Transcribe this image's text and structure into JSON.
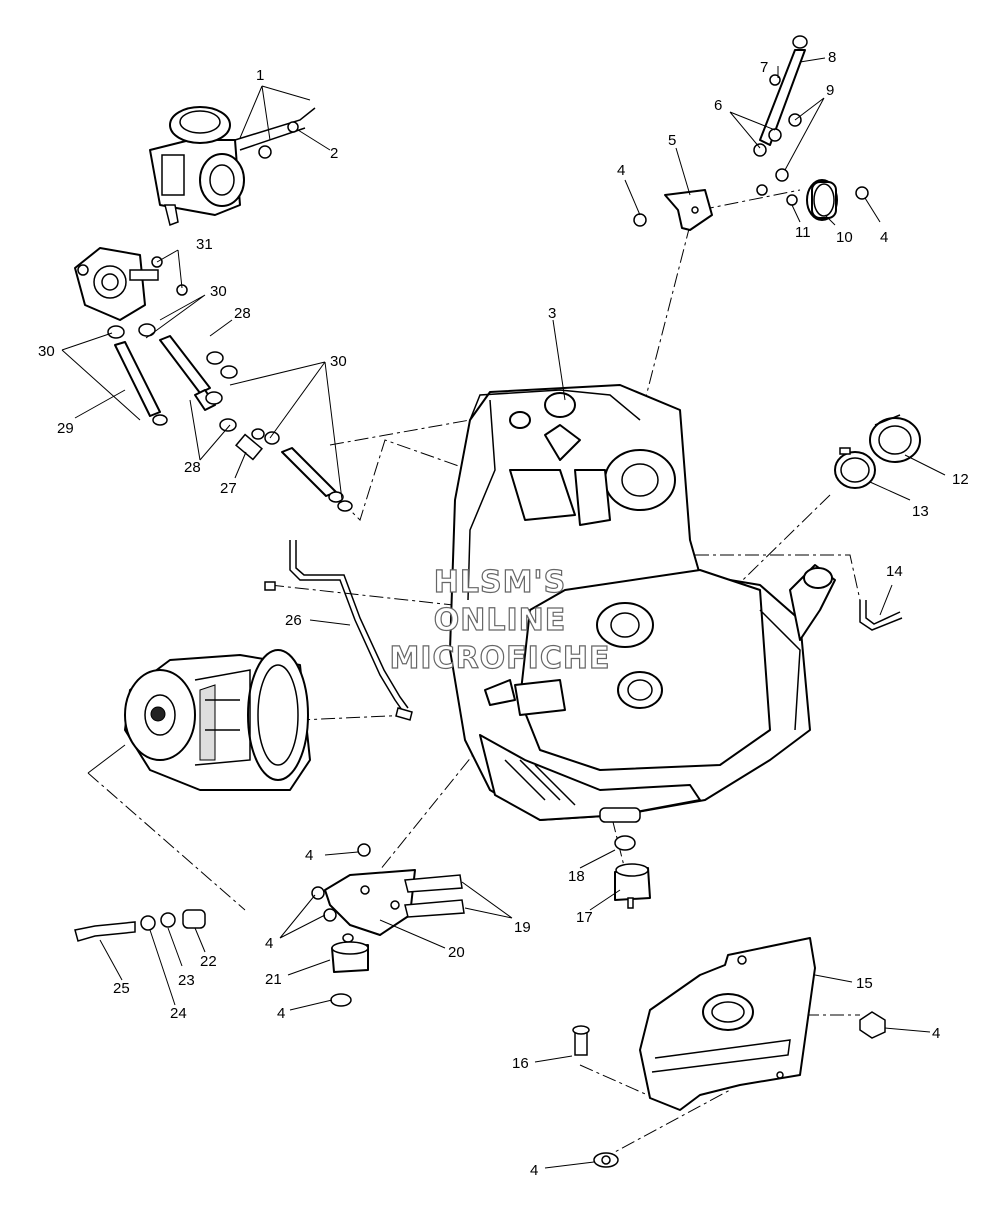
{
  "watermark": {
    "line1": "HLSM'S",
    "line2": "ONLINE",
    "line3": "MICROFICHE"
  },
  "callouts": {
    "c1": "1",
    "c2": "2",
    "c3": "3",
    "c4a": "4",
    "c4b": "4",
    "c4c": "4",
    "c4d": "4",
    "c4e": "4",
    "c4f": "4",
    "c4g": "4",
    "c5": "5",
    "c6": "6",
    "c7": "7",
    "c8": "8",
    "c9": "9",
    "c10": "10",
    "c11": "11",
    "c12": "12",
    "c13": "13",
    "c14": "14",
    "c15": "15",
    "c16": "16",
    "c17": "17",
    "c18": "18",
    "c19": "19",
    "c20": "20",
    "c21": "21",
    "c22": "22",
    "c23": "23",
    "c24": "24",
    "c25": "25",
    "c26": "26",
    "c27": "27",
    "c28a": "28",
    "c28b": "28",
    "c29": "29",
    "c30a": "30",
    "c30b": "30",
    "c30c": "30",
    "c31": "31"
  }
}
